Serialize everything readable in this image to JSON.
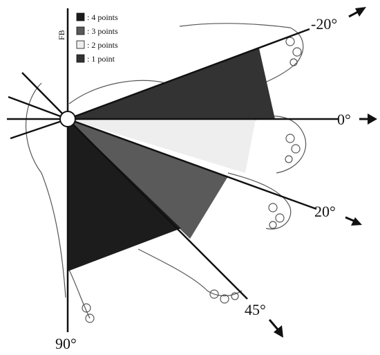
{
  "colors": {
    "four_points": "#1c1c1c",
    "three_points": "#5a5a5a",
    "two_points": "#eeeeee",
    "one_point": "#333333",
    "line": "#111111",
    "outline": "#444444"
  },
  "legend": {
    "items": [
      {
        "label": ": 4 points",
        "color_key": "four_points"
      },
      {
        "label": ": 3 points",
        "color_key": "three_points"
      },
      {
        "label": ": 2 points",
        "color_key": "two_points"
      },
      {
        "label": ": 1 point",
        "color_key": "one_point"
      }
    ]
  },
  "axis_side_label": "FB",
  "angles": {
    "minus20": "-20°",
    "zero": "0°",
    "plus20": "20°",
    "plus45": "45°",
    "plus90": "90°"
  }
}
